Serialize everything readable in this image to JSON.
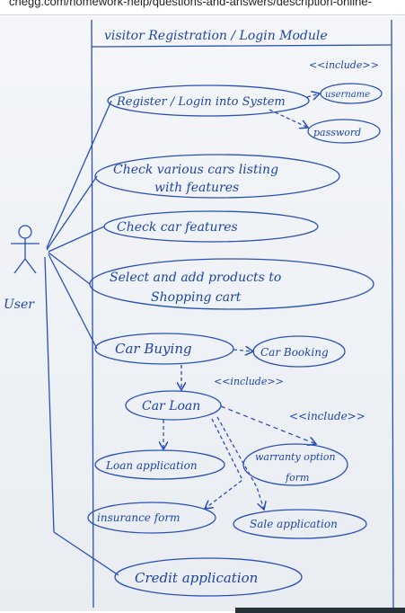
{
  "browser": {
    "url": "chegg.com/homework-help/questions-and-answers/description-online-"
  },
  "diagram": {
    "ink_color": "#1d45a8",
    "system_title": "visitor Registration / Login Module",
    "actor": {
      "name": "User"
    },
    "stereotype_include": "<<include>>",
    "use_cases": {
      "register": "Register / Login into System",
      "username": "username",
      "password": "password",
      "check_cars_line1": "Check various cars listing",
      "check_cars_line2": "with features",
      "check_features": "Check car features",
      "select_line1": "Select and add products to",
      "select_line2": "Shopping cart",
      "car_buying": "Car Buying",
      "car_booking": "Car Booking",
      "car_loan": "Car Loan",
      "loan_application": "Loan application",
      "warranty_line1": "warranty option",
      "warranty_line2": "form",
      "insurance_form": "insurance form",
      "sale_application": "Sale application",
      "credit_application": "Credit application"
    },
    "labels": {
      "include_register": "<<include>>",
      "include_buying": "<<include>>",
      "include_loan": "<<include>>"
    }
  }
}
